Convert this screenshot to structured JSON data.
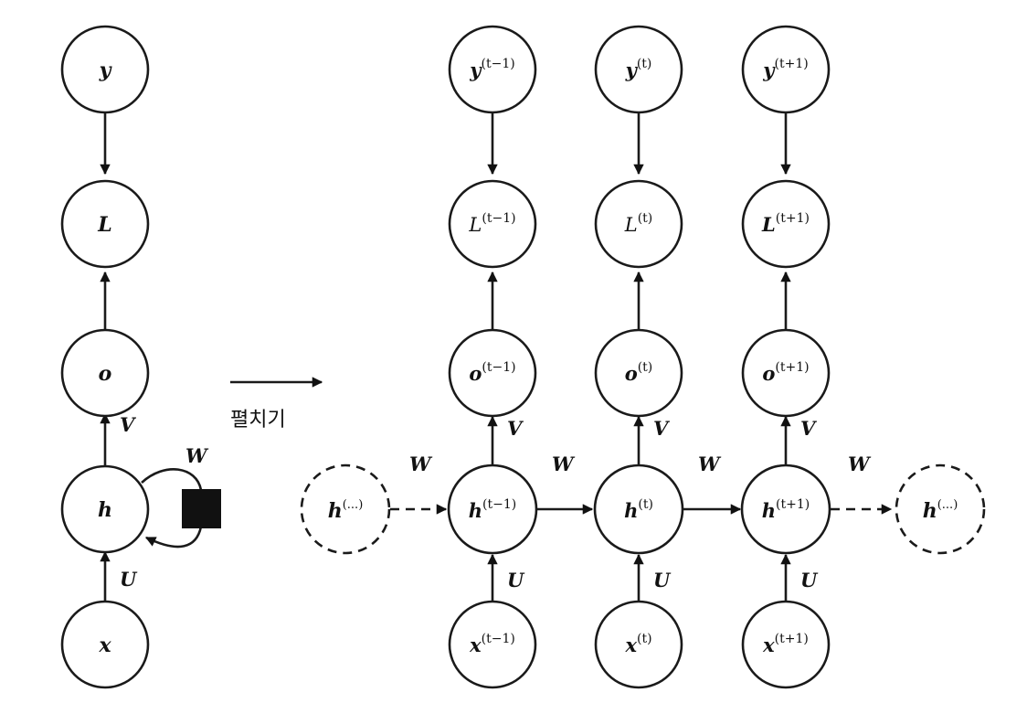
{
  "folded": {
    "nodes": {
      "y": "y",
      "L": "L",
      "o": "o",
      "h": "h",
      "x": "x"
    },
    "edge_labels": {
      "V": "V",
      "U": "U",
      "W": "W"
    }
  },
  "unfold_caption": "펼치기",
  "unfolded": {
    "steps": [
      {
        "y": {
          "base": "y",
          "sup": "(t−1)"
        },
        "L": {
          "base": "L",
          "sup": "(t−1)"
        },
        "o": {
          "base": "o",
          "sup": "(t−1)"
        },
        "h": {
          "base": "h",
          "sup": "(t−1)"
        },
        "x": {
          "base": "x",
          "sup": "(t−1)"
        },
        "V": "V",
        "U": "U",
        "W_in": "W"
      },
      {
        "y": {
          "base": "y",
          "sup": "(t)"
        },
        "L": {
          "base": "L",
          "sup": "(t)"
        },
        "o": {
          "base": "o",
          "sup": "(t)"
        },
        "h": {
          "base": "h",
          "sup": "(t)"
        },
        "x": {
          "base": "x",
          "sup": "(t)"
        },
        "V": "V",
        "U": "U",
        "W_in": "W"
      },
      {
        "y": {
          "base": "y",
          "sup": "(t+1)"
        },
        "L": {
          "base": "L",
          "sup": "(t+1)"
        },
        "o": {
          "base": "o",
          "sup": "(t+1)"
        },
        "h": {
          "base": "h",
          "sup": "(t+1)"
        },
        "x": {
          "base": "x",
          "sup": "(t+1)"
        },
        "V": "V",
        "U": "U",
        "W_in": "W"
      }
    ],
    "h_prev": {
      "base": "h",
      "sup": "(...)"
    },
    "h_next": {
      "base": "h",
      "sup": "(...)"
    },
    "W_out": "W"
  }
}
